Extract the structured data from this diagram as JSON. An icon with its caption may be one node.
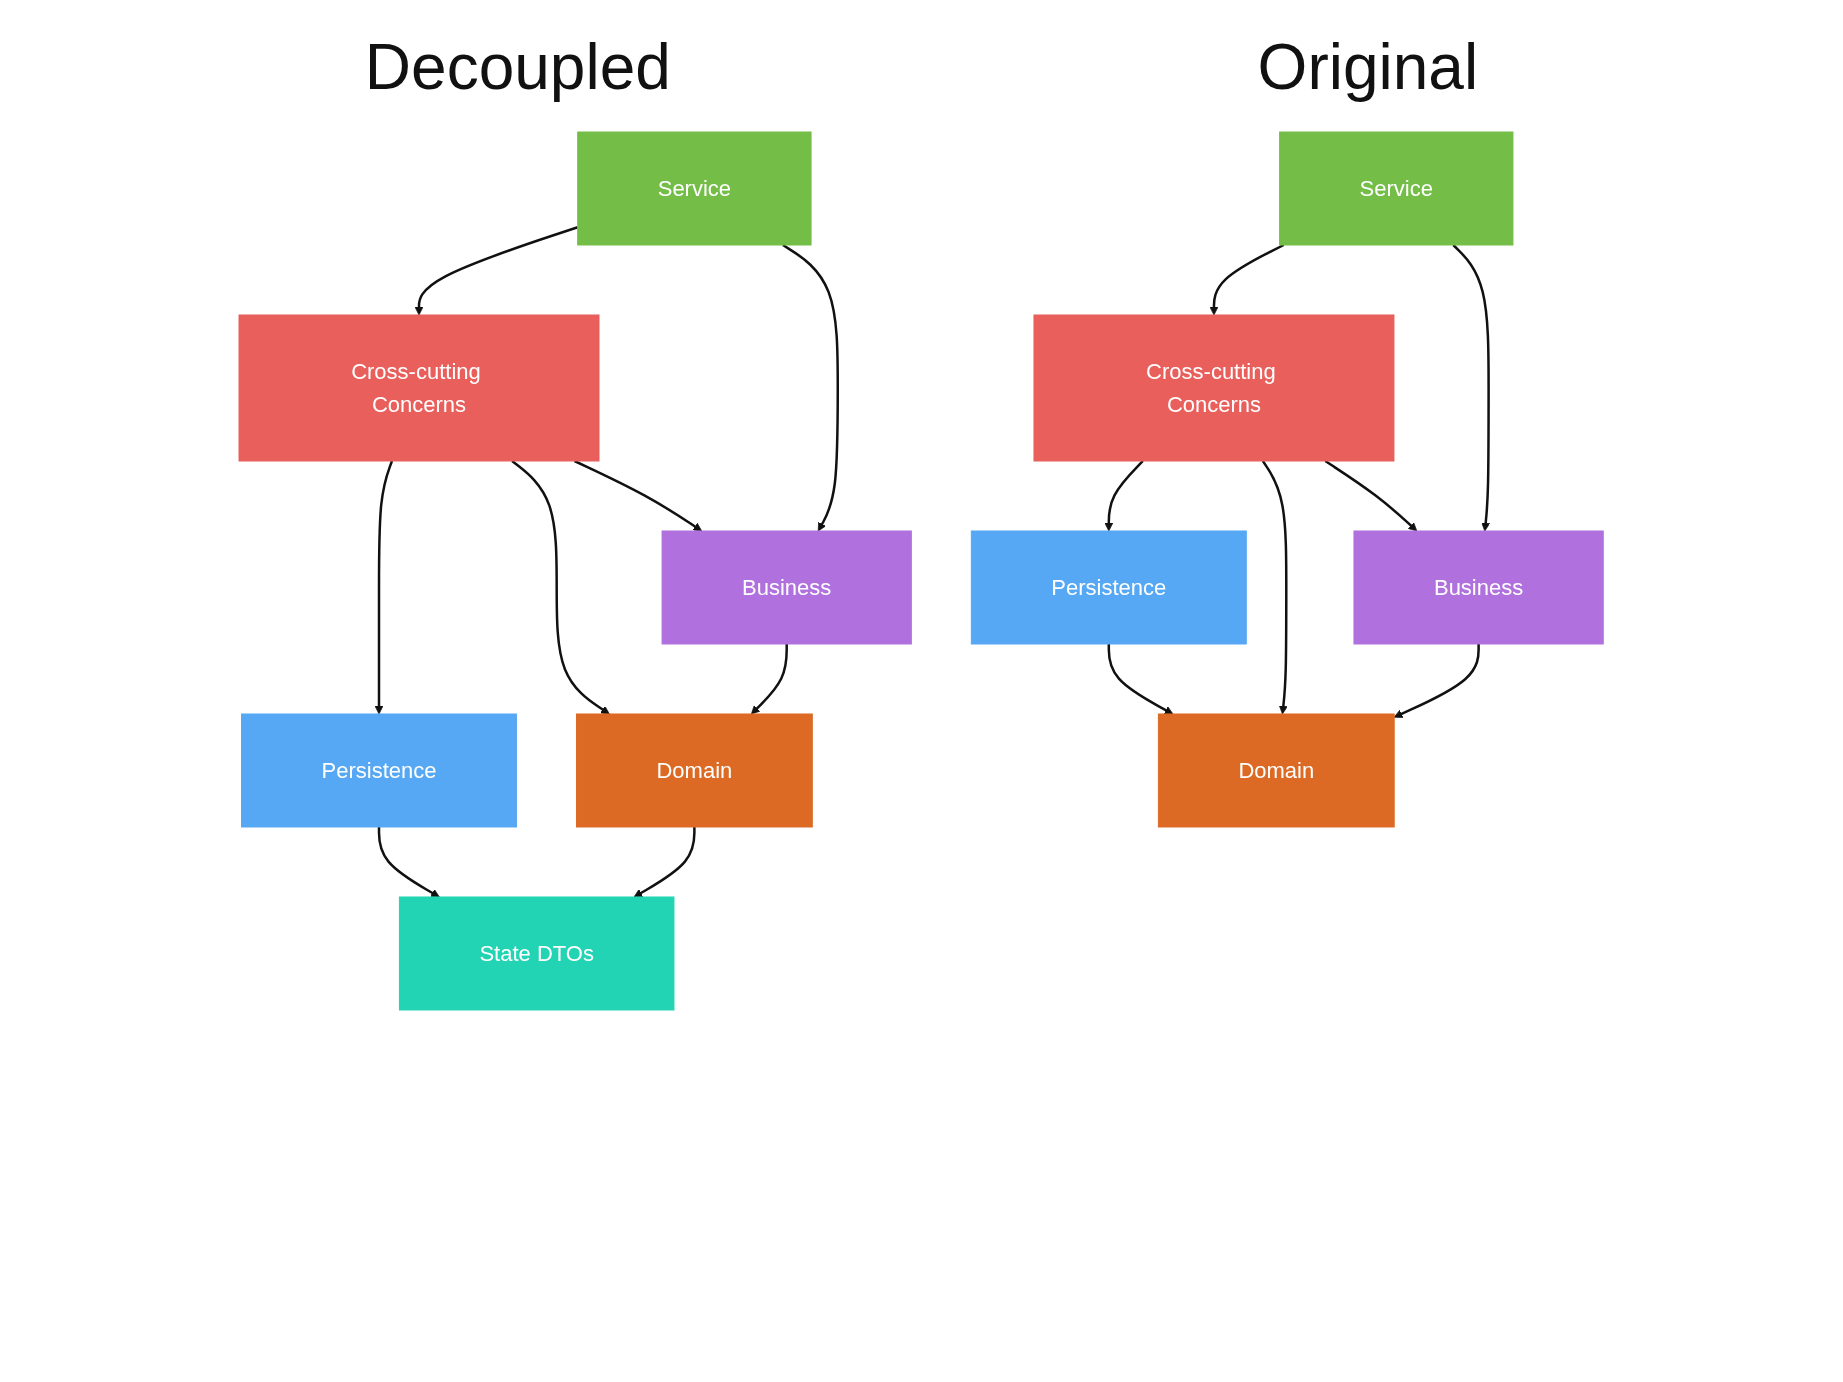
{
  "diagram": {
    "nodes": [
      {
        "text": [
          "Service"
        ]
      },
      {
        "text": [
          "Cross-cutting Concerns"
        ]
      },
      {
        "text": [
          "Persistence"
        ]
      },
      {
        "text": [
          "Business"
        ]
      },
      {
        "text": [
          "Domain"
        ]
      },
      {
        "text": [
          "State DTOs"
        ]
      },
      {
        "text": [
          "Service"
        ]
      },
      {
        "text": [
          "Cross-cutting Concerns"
        ]
      },
      {
        "text": [
          "Persistence"
        ]
      },
      {
        "text": [
          "Business"
        ]
      },
      {
        "text": [
          "Domain"
        ]
      }
    ],
    "edges": [
      {
        "from": 0,
        "to": 1,
        "arrow": "to"
      },
      {
        "from": 0,
        "to": 3,
        "arrow": "to"
      },
      {
        "from": 1,
        "to": 2,
        "arrow": "to"
      },
      {
        "from": 1,
        "to": 4,
        "arrow": "to"
      },
      {
        "from": 1,
        "to": 3,
        "arrow": "to"
      },
      {
        "from": 3,
        "to": 4,
        "arrow": "to"
      },
      {
        "from": 2,
        "to": 5,
        "arrow": "to"
      },
      {
        "from": 4,
        "to": 5,
        "arrow": "to"
      },
      {
        "from": 6,
        "to": 7,
        "arrow": "to"
      },
      {
        "from": 6,
        "to": 9,
        "arrow": "to"
      },
      {
        "from": 7,
        "to": 8,
        "arrow": "to"
      },
      {
        "from": 7,
        "to": 10,
        "arrow": "to"
      },
      {
        "from": 7,
        "to": 9,
        "arrow": "to"
      },
      {
        "from": 8,
        "to": 10,
        "arrow": "to"
      },
      {
        "from": 9,
        "to": 10,
        "arrow": "to"
      }
    ],
    "labels": [
      "Decoupled",
      "Original"
    ]
  }
}
